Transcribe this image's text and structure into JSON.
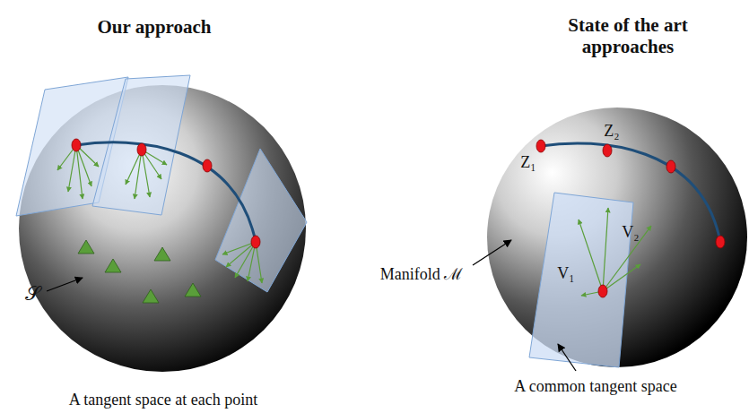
{
  "diagram": {
    "labels": [
      "Our approach",
      "State of the art approaches",
      "𝒮",
      "A tangent space at each point",
      "Manifold ℳ",
      "Z₁",
      "Z₂",
      "V₁",
      "V₂",
      "A common tangent space"
    ]
  }
}
